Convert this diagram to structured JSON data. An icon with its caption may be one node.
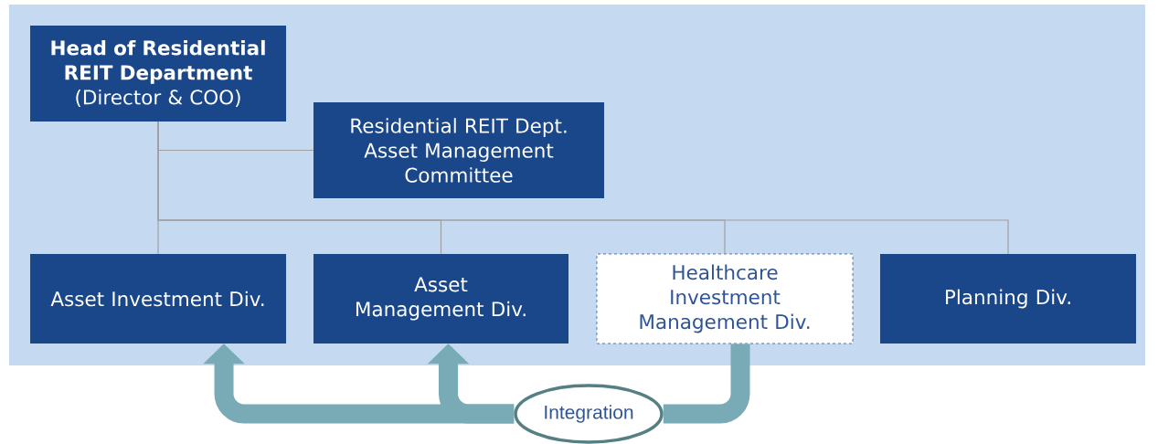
{
  "diagram": {
    "nodes": [
      {
        "text": [
          "Head of Residential REIT Department",
          "(Director & COO)"
        ]
      },
      {
        "text": [
          "Residential REIT Dept. Asset Management Committee"
        ]
      },
      {
        "text": [
          "Asset Investment Div."
        ]
      },
      {
        "text": [
          "Asset Management Div."
        ]
      },
      {
        "text": [
          "Healthcare Investment Management Div."
        ]
      },
      {
        "text": [
          "Planning Div."
        ]
      },
      {
        "text": [
          "Integration"
        ]
      }
    ],
    "edges": [
      {
        "from": 0,
        "to": 1,
        "arrow": "none"
      },
      {
        "from": 0,
        "to": 2,
        "arrow": "none"
      },
      {
        "from": 0,
        "to": 3,
        "arrow": "none"
      },
      {
        "from": 0,
        "to": 4,
        "arrow": "none"
      },
      {
        "from": 0,
        "to": 5,
        "arrow": "none"
      },
      {
        "from": 4,
        "to": 6,
        "arrow": "none",
        "style": "thick",
        "color": "#78abb5"
      },
      {
        "from": 6,
        "to": 3,
        "arrow": "to",
        "style": "thick",
        "color": "#78abb5"
      },
      {
        "from": 6,
        "to": 2,
        "arrow": "to",
        "style": "thick",
        "color": "#78abb5"
      }
    ]
  }
}
